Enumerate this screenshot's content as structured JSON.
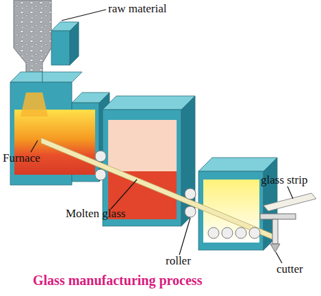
{
  "diagram": {
    "caption": "Glass manufacturing process",
    "labels": [
      "raw material",
      "Furnace",
      "glass strip",
      "Molten glass",
      "roller",
      "cutter"
    ]
  }
}
